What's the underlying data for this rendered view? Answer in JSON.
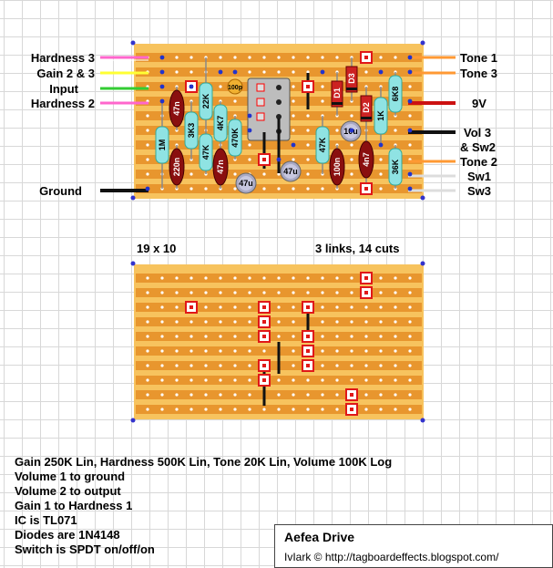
{
  "labels_left": {
    "hardness3": "Hardness 3",
    "gain23": "Gain 2 & 3",
    "input": "Input",
    "hardness2": "Hardness 2",
    "ground": "Ground"
  },
  "labels_right": {
    "tone1": "Tone 1",
    "tone3": "Tone 3",
    "v9": "9V",
    "vol3": "Vol 3",
    "sw2": "& Sw2",
    "tone2": "Tone 2",
    "sw1": "Sw1",
    "sw3": "Sw3"
  },
  "board_size": "19 x 10",
  "links_cuts": "3 links, 14 cuts",
  "components": {
    "c47n_a": "47n",
    "r22k": "22K",
    "c100p": "100p",
    "r3k3": "3K3",
    "r4k7": "4K7",
    "r47k_a": "47K",
    "r470k": "470K",
    "r1m": "1M",
    "c220n": "220n",
    "c47n_b": "47n",
    "c47u_a": "47u",
    "c47u_b": "47u",
    "d3": "D3",
    "d1": "D1",
    "d2": "D2",
    "r1k": "1K",
    "r6k8": "6K8",
    "r47k_b": "47K",
    "c10u": "10u",
    "c100n": "100n",
    "c4n7": "4n7",
    "r36k": "36K"
  },
  "notes": [
    "Gain 250K Lin, Hardness 500K Lin, Tone 20K Lin, Volume 100K Log",
    "Volume 1 to ground",
    "Volume 2 to output",
    "Gain 1 to Hardness 1",
    "IC is TL071",
    "Diodes are 1N4148",
    "Switch is SPDT on/off/on"
  ],
  "title": "Aefea Drive",
  "credit": "IvIark © http://tagboardeffects.blogspot.com/",
  "colors": {
    "board": "#f7c35e",
    "strip": "#e8962e",
    "cut": "#e01818",
    "resistor": "#8fe3e3",
    "ecap": "#8a0f0f",
    "link": "#111111"
  }
}
